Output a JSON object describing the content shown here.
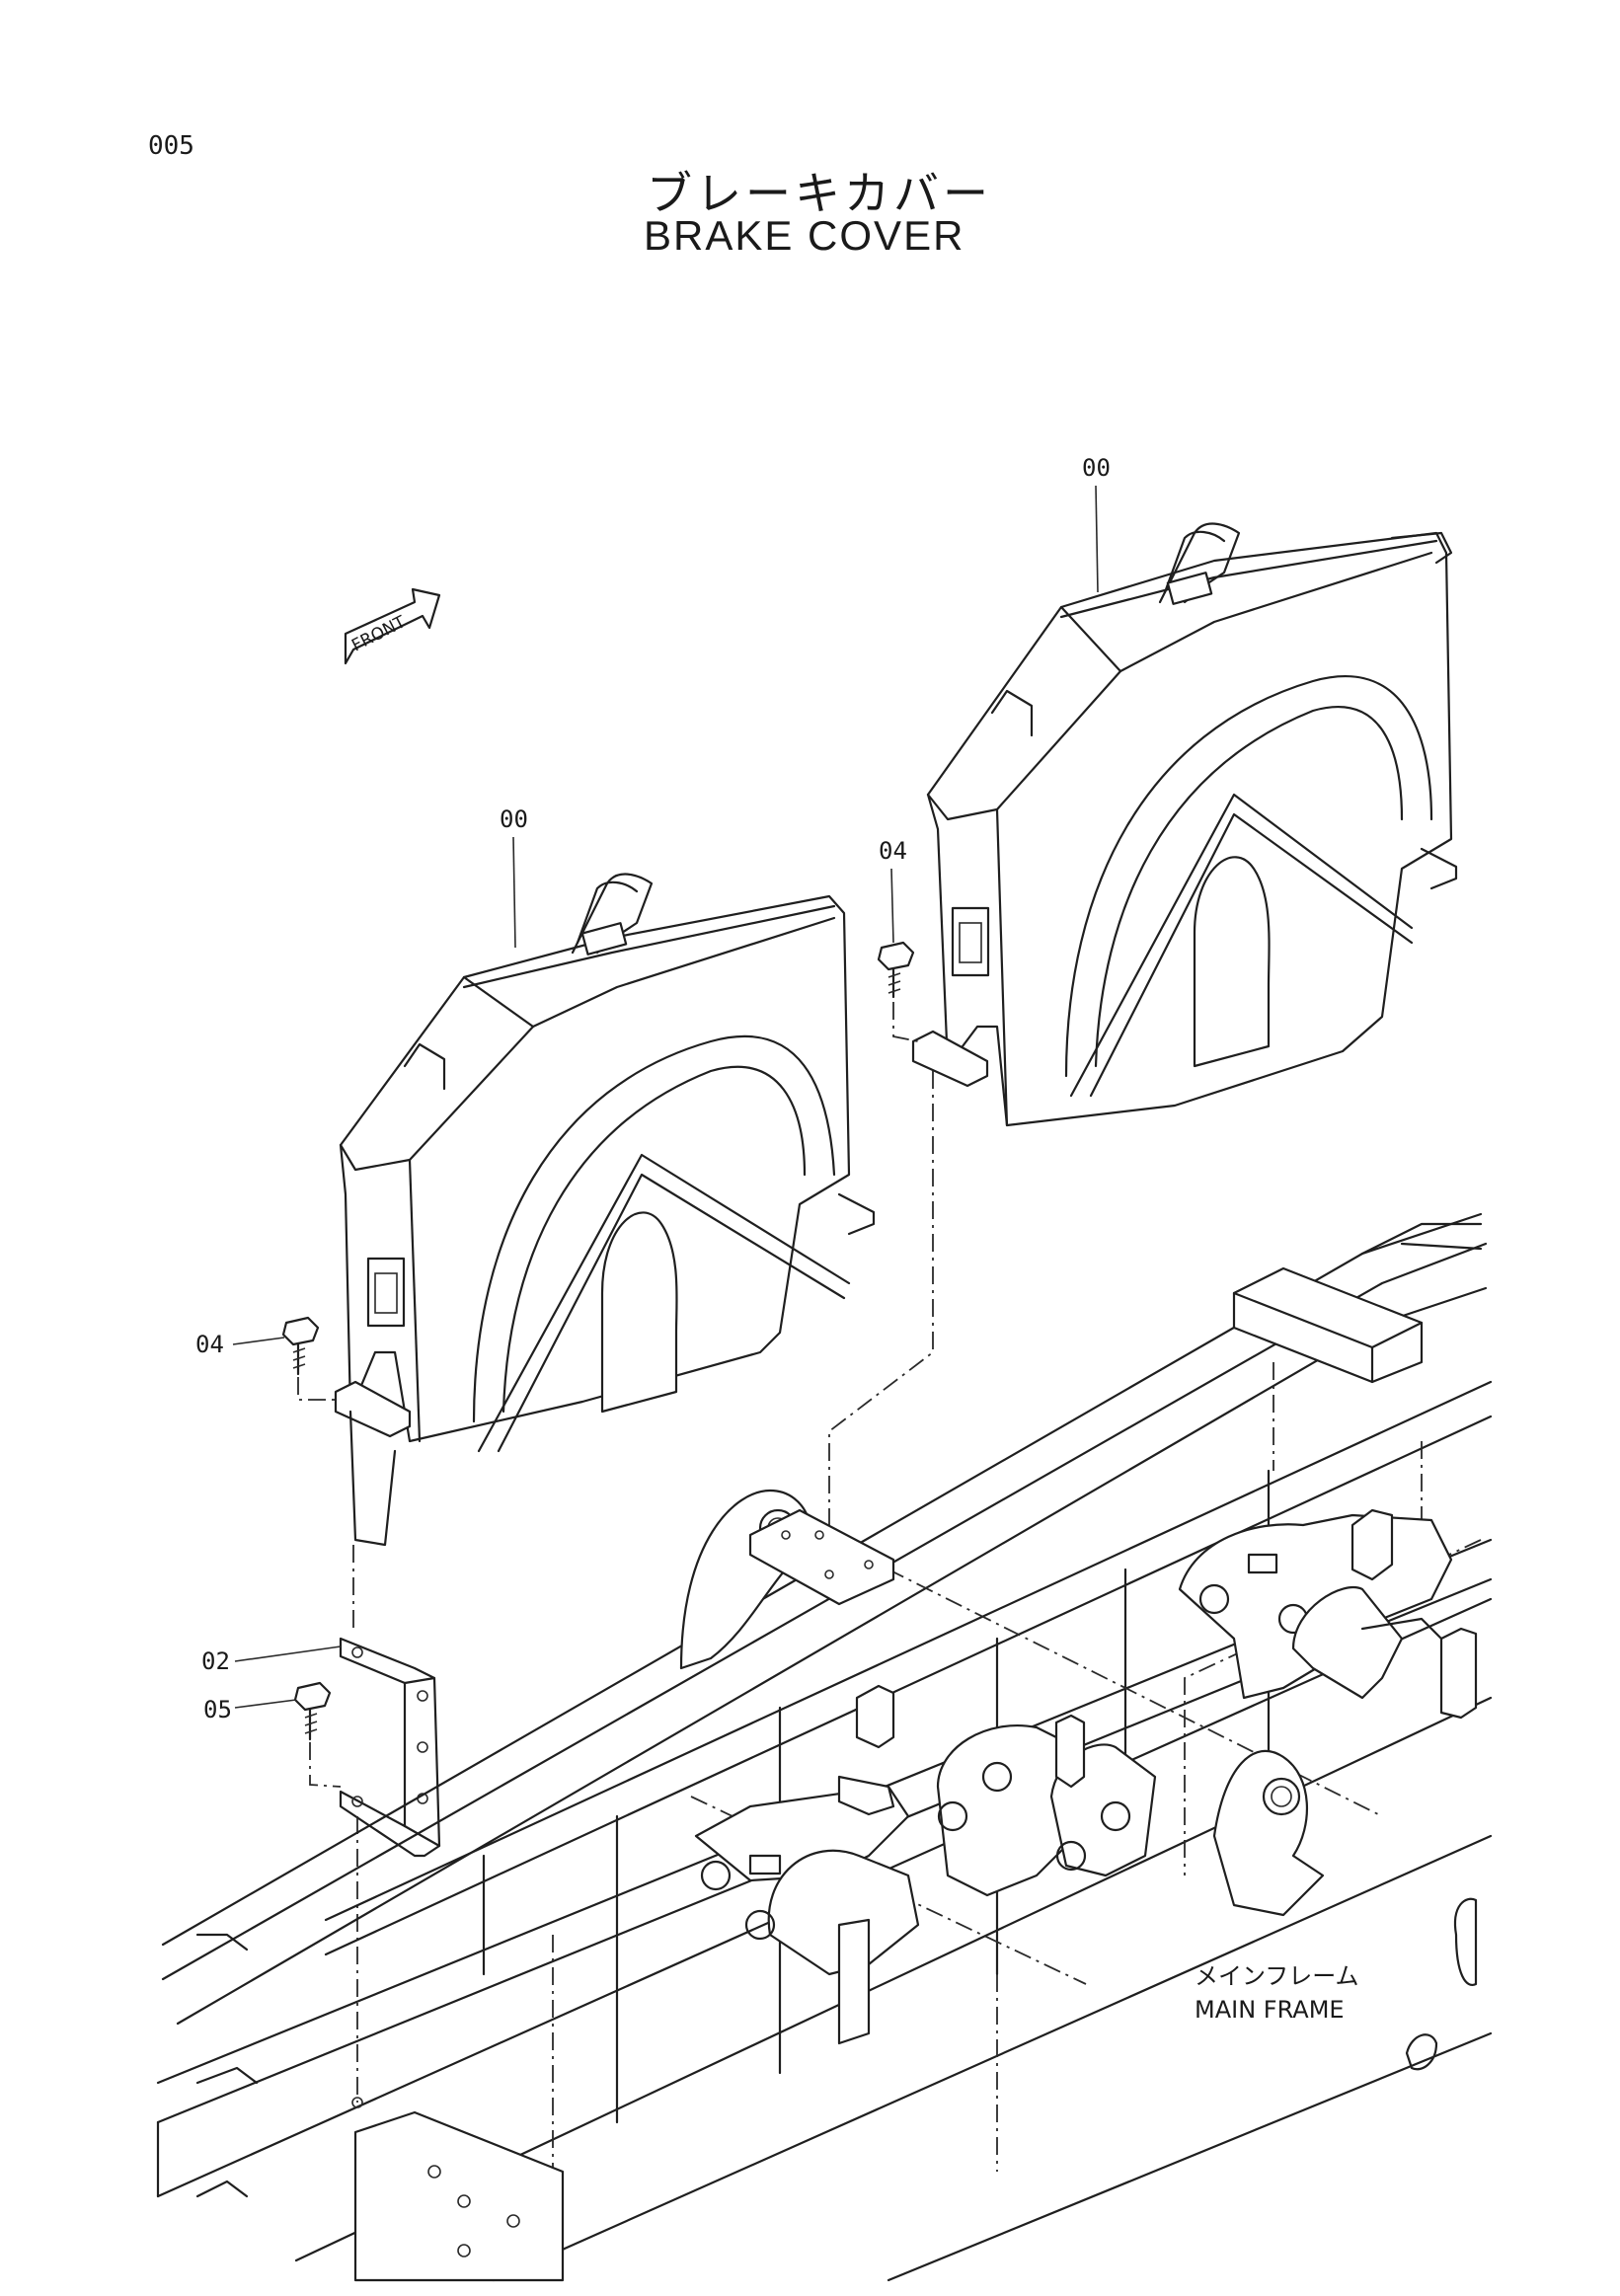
{
  "page": {
    "number": "005"
  },
  "title": {
    "japanese": "ブレーキカバー",
    "english": "BRAKE COVER"
  },
  "direction_marker": {
    "label": "FRONT",
    "icon": "arrow-icon"
  },
  "callouts": {
    "cover_right": "00",
    "cover_left": "00",
    "bolt_right": "04",
    "bolt_left": "04",
    "bracket": "02",
    "bolt_bracket": "05"
  },
  "frame_label": {
    "japanese": "メインフレーム",
    "english": "MAIN FRAME"
  }
}
